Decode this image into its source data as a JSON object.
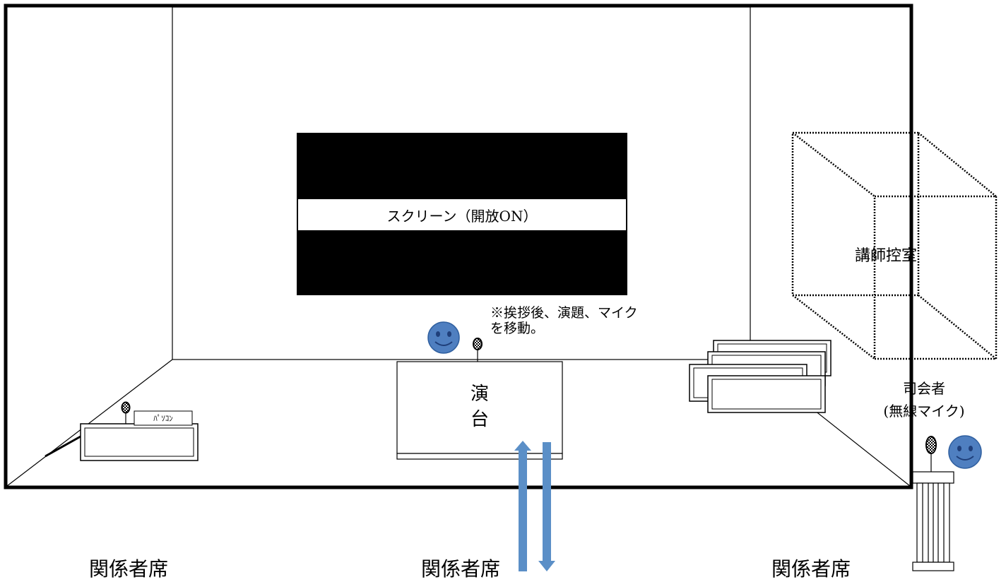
{
  "screen": {
    "label": "スクリーン（開放ON）"
  },
  "note": {
    "line1": "※挨拶後、演題、マイク",
    "line2": "を移動。"
  },
  "podium": {
    "line1": "演",
    "line2": "台"
  },
  "pc": {
    "label": "ﾊﾟｿｺﾝ"
  },
  "speaker_room": {
    "label": "講師控室"
  },
  "mc": {
    "line1": "司会者",
    "line2": "(無線マイク)"
  },
  "seats": [
    {
      "label": "関係者席"
    },
    {
      "label": "関係者席"
    },
    {
      "label": "関係者席"
    }
  ],
  "colors": {
    "arrow": "#5b8fc7",
    "face": "#4f7fc0",
    "screen": "#000000",
    "line": "#000000"
  }
}
